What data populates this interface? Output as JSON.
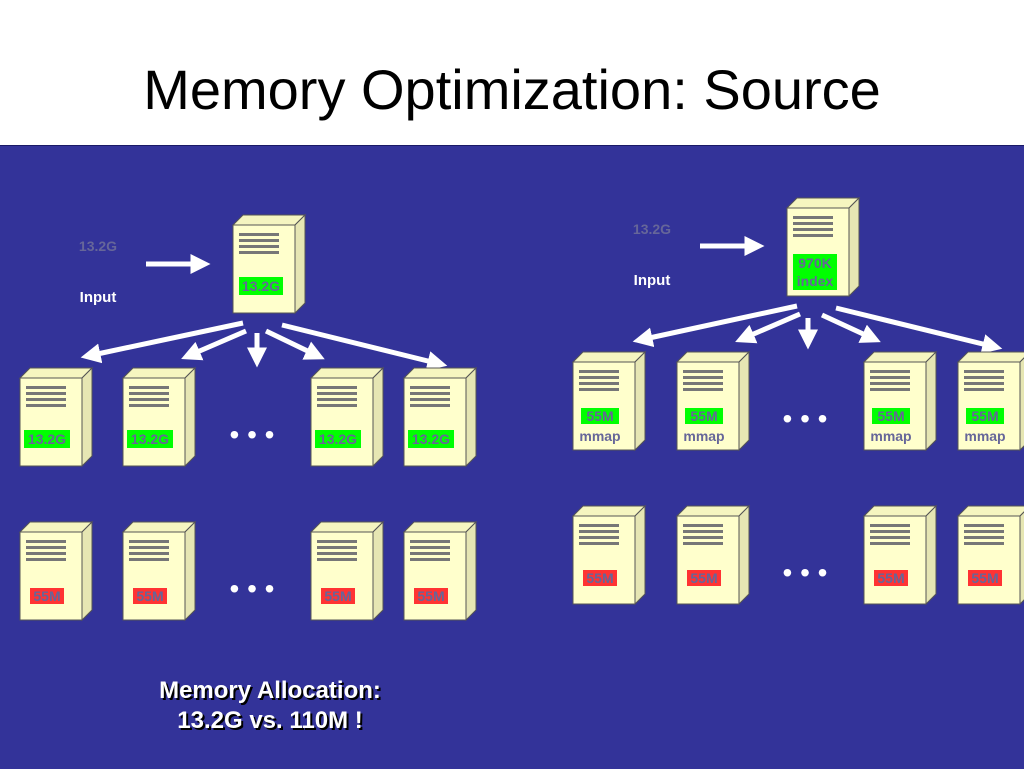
{
  "title": "Memory Optimization: Source",
  "colors": {
    "panel": "#333399",
    "server_face": "#ffffcc",
    "server_side": "#e6e6b3",
    "green_label": "#00ff00",
    "red_label": "#ff3333",
    "arrow": "#ffffff",
    "label_text": "#666699"
  },
  "left": {
    "input_size": "13.2G",
    "input_label": "Input",
    "source_server_label": "13.2G",
    "mid_row_labels": [
      "13.2G",
      "13.2G",
      "13.2G",
      "13.2G"
    ],
    "bottom_row_labels": [
      "55M",
      "55M",
      "55M",
      "55M"
    ],
    "ellipsis": "• • •"
  },
  "right": {
    "input_size": "13.2G",
    "input_label": "Input",
    "source_server_label_line1": "970K",
    "source_server_label_line2": "index",
    "mid_row_labels_line1": [
      "55M",
      "55M",
      "55M",
      "55M"
    ],
    "mid_row_labels_line2": [
      "mmap",
      "mmap",
      "mmap",
      "mmap"
    ],
    "bottom_row_labels": [
      "55M",
      "55M",
      "55M",
      "55M"
    ],
    "ellipsis": "• • •"
  },
  "allocation": {
    "line1": "Memory Allocation:",
    "line2": "13.2G vs. 110M !"
  }
}
